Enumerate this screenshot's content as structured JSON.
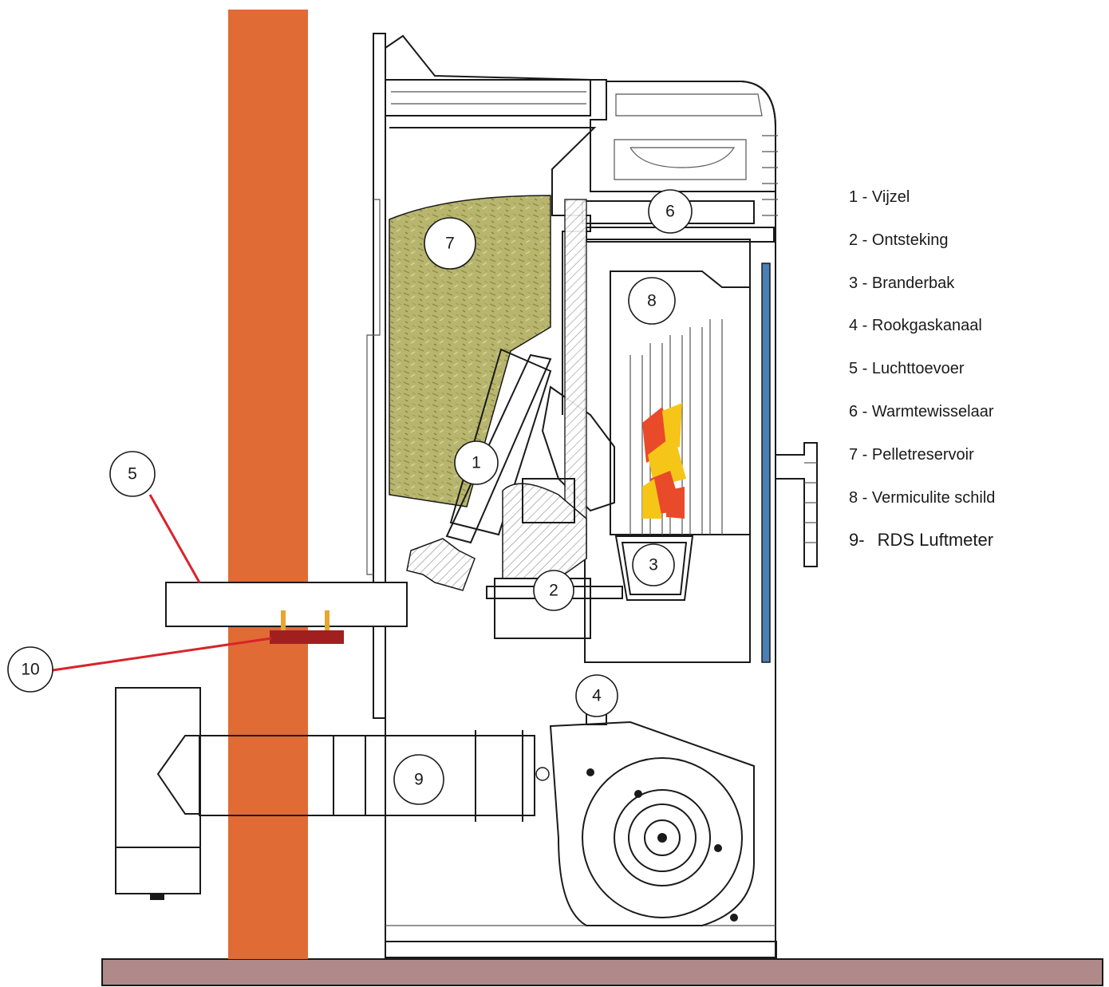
{
  "colors": {
    "wall": "#e06b35",
    "floor": "#b08a8a",
    "pellets": "#b8b66e",
    "leader": "#d8242b",
    "sensor": "#a21f20",
    "sensor_pins": "#e8a530",
    "flame_red": "#e84a2a",
    "flame_yellow": "#f5c518",
    "glass": "#4a7fb5"
  },
  "callouts": [
    {
      "id": "1",
      "label": "1"
    },
    {
      "id": "2",
      "label": "2"
    },
    {
      "id": "3",
      "label": "3"
    },
    {
      "id": "4",
      "label": "4"
    },
    {
      "id": "5",
      "label": "5"
    },
    {
      "id": "6",
      "label": "6"
    },
    {
      "id": "7",
      "label": "7"
    },
    {
      "id": "8",
      "label": "8"
    },
    {
      "id": "9",
      "label": "9"
    },
    {
      "id": "10",
      "label": "10"
    }
  ],
  "legend": [
    {
      "num": "1 -",
      "label": "Vijzel"
    },
    {
      "num": "2 -",
      "label": "Ontsteking"
    },
    {
      "num": "3 -",
      "label": "Branderbak"
    },
    {
      "num": "4 -",
      "label": "Rookgaskanaal"
    },
    {
      "num": "5 -",
      "label": "Luchttoevoer"
    },
    {
      "num": "6 -",
      "label": "Warmtewisselaar"
    },
    {
      "num": "7 -",
      "label": "Pelletreservoir"
    },
    {
      "num": "8 -",
      "label": "Vermiculite schild"
    },
    {
      "num": "9-",
      "label": "RDS Luftmeter"
    }
  ]
}
